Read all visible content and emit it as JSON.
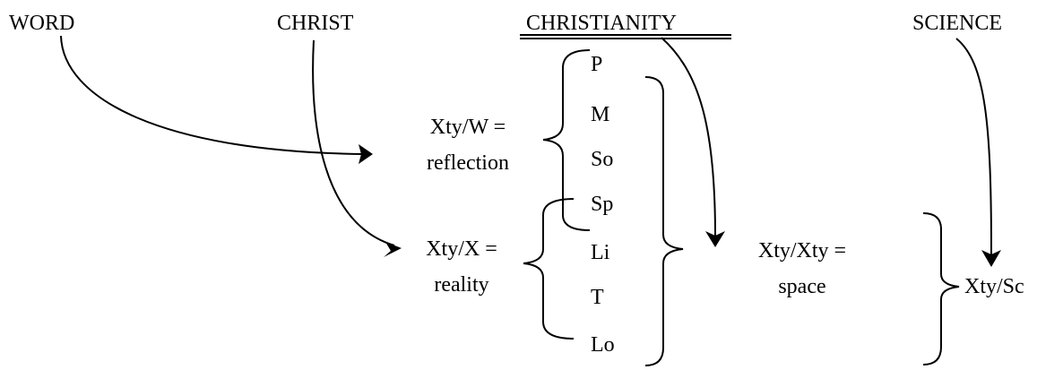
{
  "headers": {
    "word": "WORD",
    "christ": "CHRIST",
    "christianity": "CHRISTIANITY",
    "science": "SCIENCE"
  },
  "groups": {
    "reflection": {
      "line1": "Xty/W =",
      "line2": "reflection"
    },
    "reality": {
      "line1": "Xty/X =",
      "line2": "reality"
    },
    "space": {
      "line1": "Xty/Xty =",
      "line2": "space"
    },
    "science_result": {
      "label": "Xty/Sc"
    }
  },
  "items": [
    "P",
    "M",
    "So",
    "Sp",
    "Li",
    "T",
    "Lo"
  ],
  "colors": {
    "ink": "#000000",
    "background": "#ffffff"
  }
}
